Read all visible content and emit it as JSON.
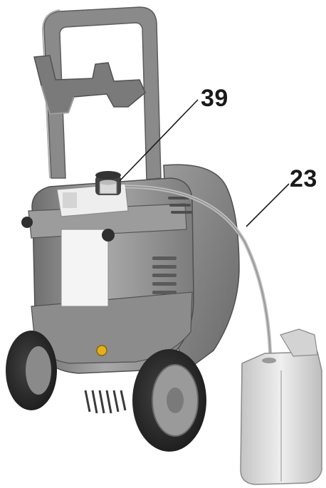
{
  "callouts": [
    {
      "number": "39",
      "target": "detergent-tank-cap"
    },
    {
      "number": "23",
      "target": "detergent-suction-hose"
    }
  ],
  "colors": {
    "body_light": "#b9b9b9",
    "body_mid": "#8f8f8f",
    "body_dark": "#5f5f5f",
    "tire": "#2b2b2b",
    "canister": "#dadada",
    "text": "#1a1a1a"
  }
}
